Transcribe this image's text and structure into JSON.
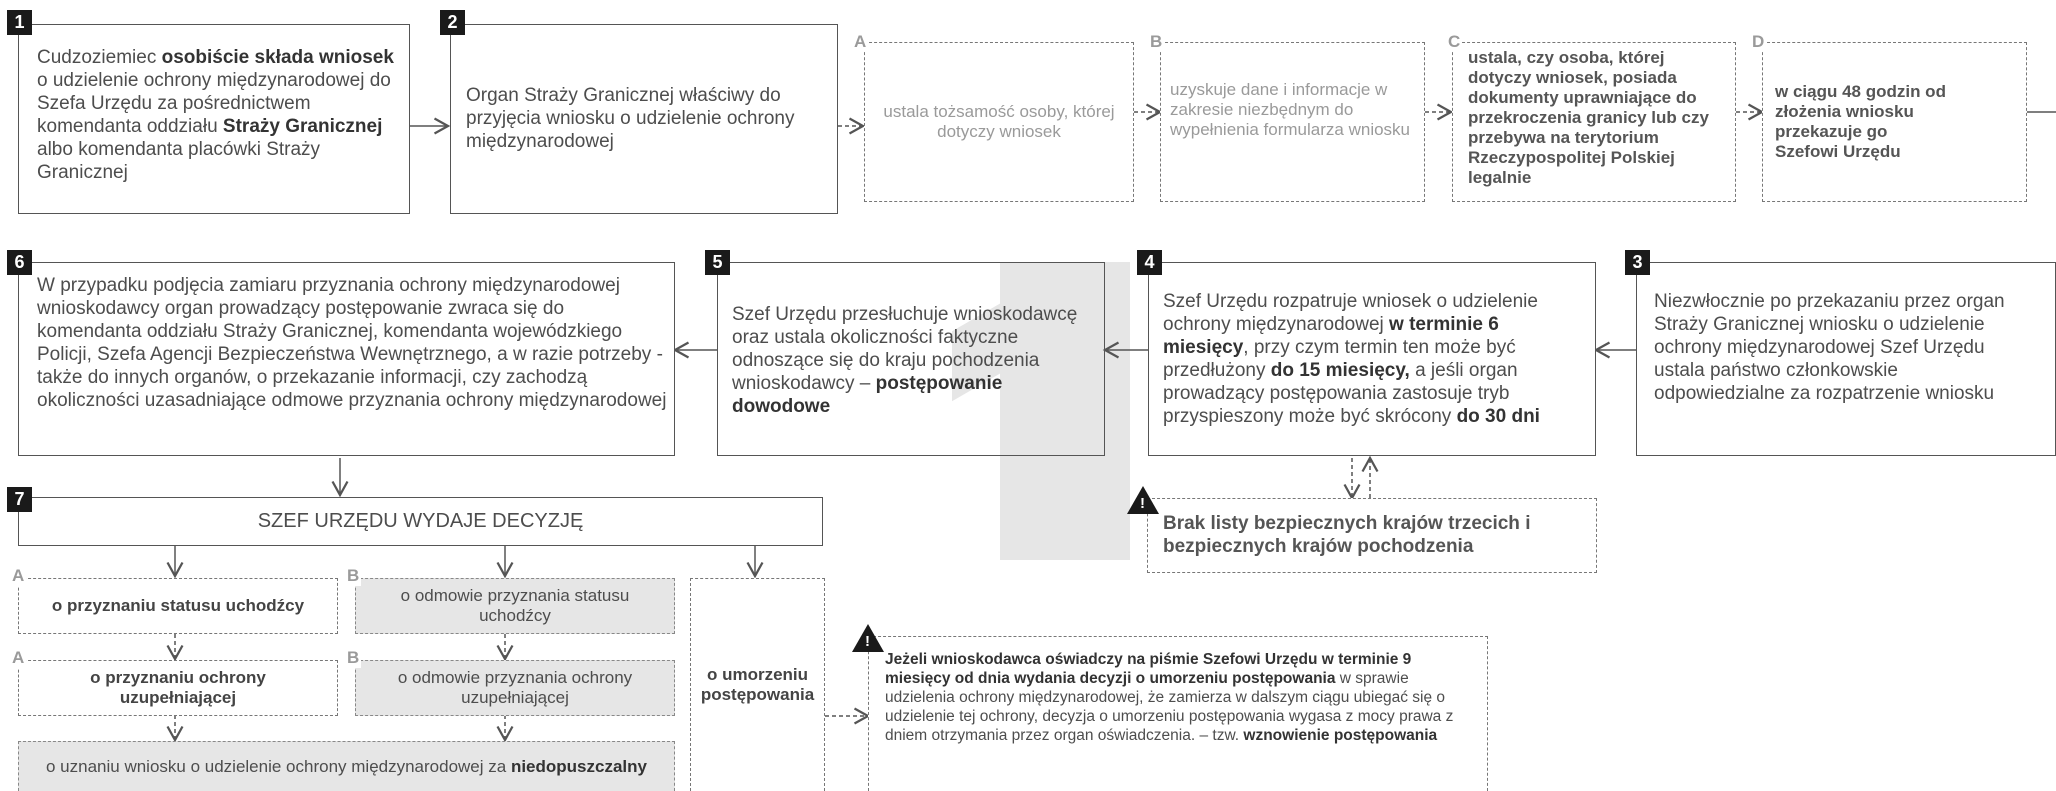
{
  "steps": {
    "s1": {
      "num": "1",
      "t1": "Cudzoziemiec ",
      "b1": "osobiście składa wniosek",
      "t2": " o udzielenie ochrony międzynarodowej do Szefa Urzędu za pośrednictwem komendanta oddziału ",
      "b2": "Straży Granicznej",
      "t3": " albo komendanta placówki Straży Granicznej"
    },
    "s2": {
      "num": "2",
      "text": "Organ Straży Granicznej właściwy do przyjęcia wniosku o udzielenie ochrony międzynarodowej"
    },
    "sA": {
      "letter": "A",
      "text": "ustala tożsamość osoby, której dotyczy wniosek"
    },
    "sB": {
      "letter": "B",
      "text": "uzyskuje dane i informacje w zakresie niezbędnym do wypełnienia formularza wniosku"
    },
    "sC": {
      "letter": "C",
      "text": "ustala, czy osoba, której dotyczy wniosek, posiada dokumenty uprawniające do przekroczenia granicy lub czy przebywa na terytorium Rzeczypospolitej Polskiej legalnie"
    },
    "sD": {
      "letter": "D",
      "text": "w ciągu 48 godzin od złożenia wniosku przekazuje go Szefowi Urzędu"
    },
    "s3": {
      "num": "3",
      "text": "Niezwłocznie po przekazaniu przez organ Straży Granicznej wniosku o udzielenie ochrony międzynarodowej Szef Urzędu ustala państwo członkowskie odpowiedzialne  za rozpatrzenie wniosku"
    },
    "s4": {
      "num": "4",
      "t1": "Szef Urzędu rozpatruje wniosek o udzielenie ochrony międzynarodowej ",
      "b1": "w terminie 6 miesięcy",
      "t2": ", przy czym termin ten może być przedłużony ",
      "b2": "do 15 miesięcy,",
      "t3": " a jeśli organ prowadzący postępowania zastosuje tryb przyspieszony może być skrócony ",
      "b3": "do 30 dni"
    },
    "s5": {
      "num": "5",
      "t1": "Szef Urzędu przesłuchuje wnioskodawcę oraz ustala okoliczności faktyczne odnoszące się do kraju pochodzenia wnioskodawcy – ",
      "b1": "postępowanie dowodowe"
    },
    "s6": {
      "num": "6",
      "text": "W przypadku podjęcia zamiaru przyznania ochrony międzynarodowej wnioskodawcy  organ prowadzący postępowanie zwraca się do komendanta oddziału Straży Granicznej, komendanta wojewódzkiego Policji, Szefa Agencji Bezpieczeństwa Wewnętrznego, a w razie potrzeby - także do innych organów, o przekazanie informacji, czy zachodzą okoliczności uzasadniające odmowe przyznania ochrony międzynarodowej"
    },
    "s7": {
      "num": "7",
      "text": "SZEF URZĘDU WYDAJE DECYZJĘ"
    }
  },
  "warning1": {
    "text": "Brak listy bezpiecznych krajów trzecich i bezpiecznych krajów pochodzenia"
  },
  "decisions": {
    "a1": {
      "letter": "A",
      "text": "o przyznaniu statusu uchodźcy"
    },
    "b1": {
      "letter": "B",
      "text": "o odmowie przyznania statusu uchodźcy"
    },
    "a2": {
      "letter": "A",
      "text": "o przyznaniu ochrony uzupełniającej"
    },
    "b2": {
      "letter": "B",
      "text": "o odmowie przyznania ochrony uzupełniającej"
    },
    "inadmissible": {
      "t1": "o uznaniu wniosku o udzielenie ochrony międzynarodowej za ",
      "b1": "niedopuszczalny"
    },
    "discontinue": {
      "text": "o umorzeniu postępowania"
    }
  },
  "warning2": {
    "b1": "Jeżeli wnioskodawca oświadczy na piśmie Szefowi Urzędu w terminie 9 miesięcy od dnia wydania decyzji o umorzeniu postępowania",
    "t1": " w sprawie udzielenia ochrony międzynarodowej, że zamierza w dalszym ciągu ubiegać się o udzielenie tej ochrony, decyzja o umorzeniu postępowania wygasa z mocy prawa z dniem otrzymania przez organ oświadczenia. – tzw. ",
    "b2": "wznowienie postępowania"
  },
  "background_numeral": "1",
  "colors": {
    "badge": "#1a1a1a",
    "border": "#555555",
    "grey_fill": "#e6e6e6",
    "text": "#4d4d4d",
    "light_text": "#9a9a9a"
  }
}
